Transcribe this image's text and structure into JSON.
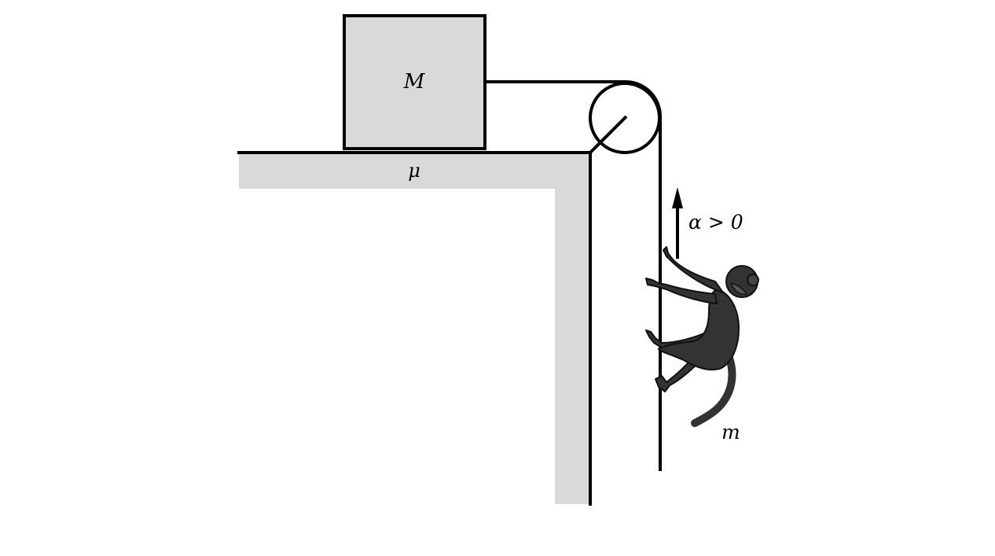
{
  "diagram": {
    "block_label": "M",
    "friction_label": "μ",
    "acceleration_label": "α > 0",
    "monkey_label": "m"
  },
  "colors": {
    "block_fill": "#d9d9d9",
    "wall_fill": "#d9d9d9",
    "line": "#000000",
    "monkey": "#333333"
  }
}
